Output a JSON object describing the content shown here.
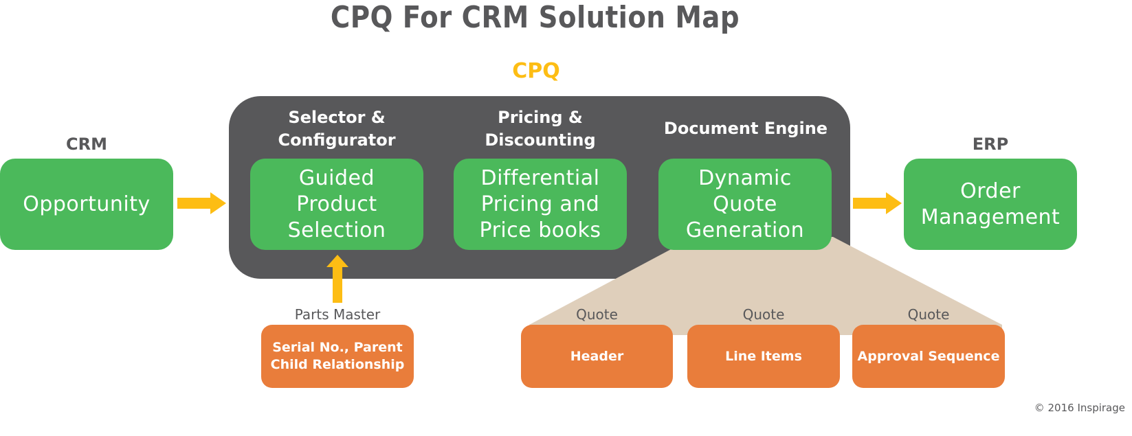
{
  "title": "CPQ For CRM Solution Map",
  "cpq_label": "CPQ",
  "colors": {
    "dark": "#58585a",
    "green": "#4bb95b",
    "orange": "#e97d3b",
    "yellow": "#fdbd14",
    "tan": "#dfcfbb"
  },
  "crm": {
    "heading": "CRM",
    "box": "Opportunity"
  },
  "cpq_sections": [
    {
      "heading_line1": "Selector &",
      "heading_line2": "Configurator",
      "box_line1": "Guided",
      "box_line2": "Product",
      "box_line3": "Selection"
    },
    {
      "heading_line1": "Pricing &",
      "heading_line2": "Discounting",
      "box_line1": "Differential",
      "box_line2": "Pricing and",
      "box_line3": "Price books"
    },
    {
      "heading_line1": "Document Engine",
      "box_line1": "Dynamic",
      "box_line2": "Quote",
      "box_line3": "Generation"
    }
  ],
  "erp": {
    "heading": "ERP",
    "box_line1": "Order",
    "box_line2": "Management"
  },
  "parts_master": {
    "label": "Parts Master",
    "box_line1": "Serial No., Parent",
    "box_line2": "Child Relationship"
  },
  "quote_components": [
    {
      "label": "Quote",
      "box": "Header"
    },
    {
      "label": "Quote",
      "box": "Line Items"
    },
    {
      "label": "Quote",
      "box": "Approval Sequence"
    }
  ],
  "copyright": "© 2016 Inspirage"
}
